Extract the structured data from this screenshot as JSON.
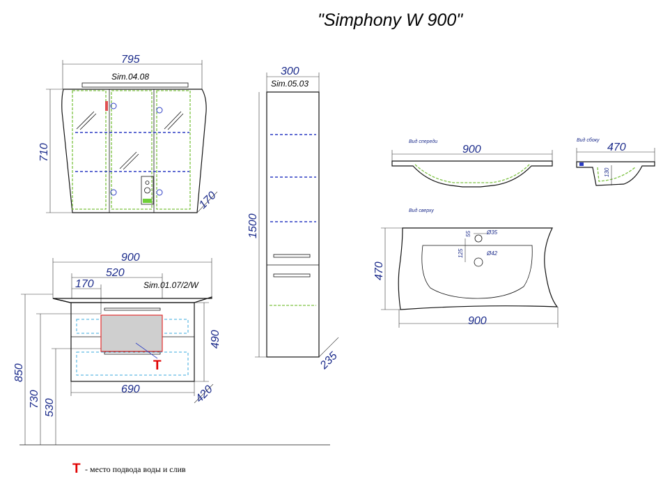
{
  "title": "\"Simphony W 900\"",
  "mirror": {
    "label": "Sim.04.08",
    "width": "795",
    "height": "710",
    "depth": "170"
  },
  "column": {
    "label": "Sim.05.03",
    "width": "300",
    "height": "1500",
    "depth": "235"
  },
  "cabinet": {
    "label": "Sim.01.07/2/W",
    "width_top": "900",
    "inner_width": "520",
    "drawer_offset": "170",
    "height": "490",
    "bottom_width": "690",
    "depth": "420",
    "floor_850": "850",
    "floor_730": "730",
    "floor_530": "530",
    "marker": "T"
  },
  "basin": {
    "front_label": "Вид спереди",
    "side_label": "Вид сбоку",
    "top_label": "Вид сверху",
    "front_width": "900",
    "side_depth": "470",
    "side_height": "130",
    "top_depth": "470",
    "top_width": "900",
    "dim_55": "55",
    "dim_125": "125",
    "hole_35": "Ø35",
    "hole_42": "Ø42"
  },
  "legend": {
    "marker": "T",
    "text": "- место подвода воды и слив"
  },
  "colors": {
    "outline": "#111111",
    "dimension_text": "#1a2a8a",
    "marker_red": "#e00000",
    "guide_green": "#7dc242",
    "shelf_blue": "#2b3cc4"
  }
}
